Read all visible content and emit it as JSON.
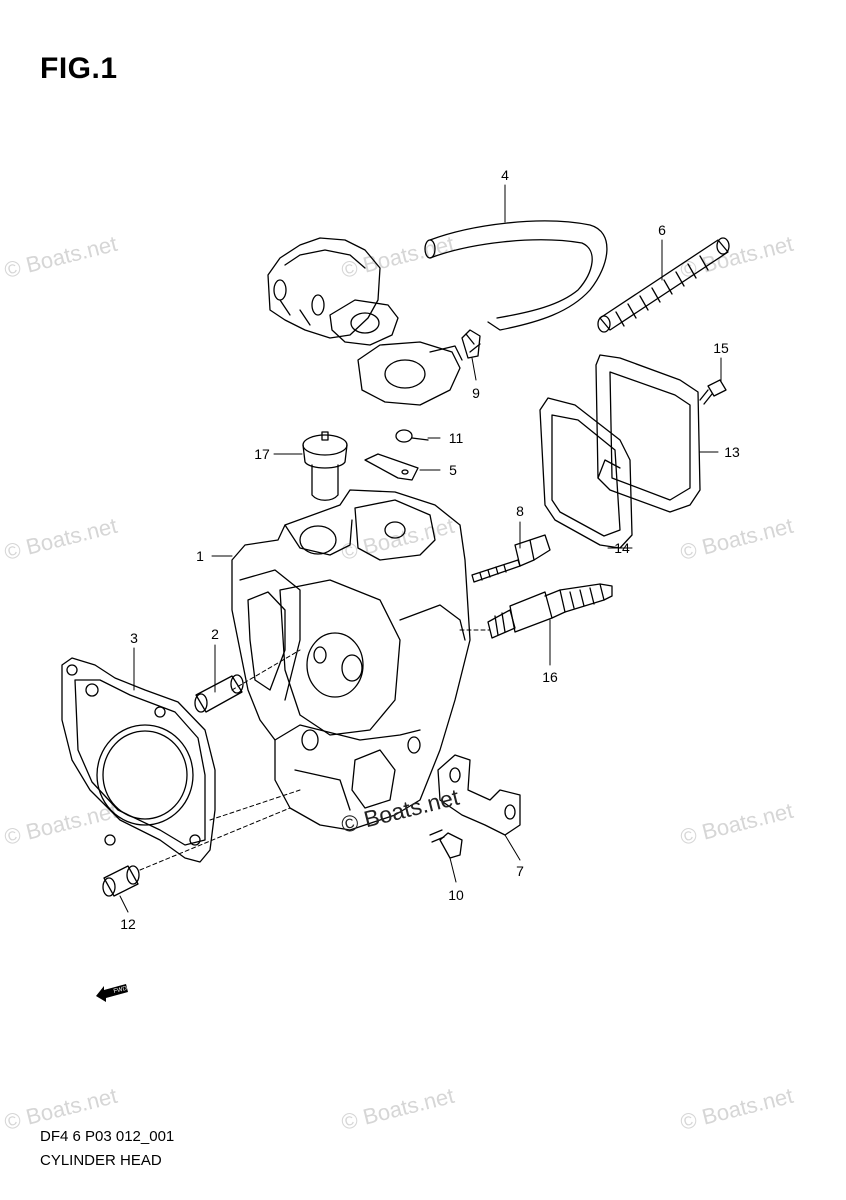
{
  "figure": {
    "title": "FIG.1",
    "code": "DF4 6 P03 012_001",
    "name": "CYLINDER HEAD"
  },
  "watermark": {
    "text": "© Boats.net",
    "center_text": "© Boats.net"
  },
  "fwd_arrow": {
    "label": "FWD",
    "icon": "fwd-arrow-icon"
  },
  "callouts": [
    {
      "number": "1"
    },
    {
      "number": "2"
    },
    {
      "number": "3"
    },
    {
      "number": "4"
    },
    {
      "number": "5"
    },
    {
      "number": "6"
    },
    {
      "number": "7"
    },
    {
      "number": "8"
    },
    {
      "number": "9"
    },
    {
      "number": "10"
    },
    {
      "number": "11"
    },
    {
      "number": "12"
    },
    {
      "number": "13"
    },
    {
      "number": "14"
    },
    {
      "number": "15"
    },
    {
      "number": "16"
    },
    {
      "number": "17"
    }
  ],
  "colors": {
    "line": "#000000",
    "watermark": "#d6d6d6"
  }
}
